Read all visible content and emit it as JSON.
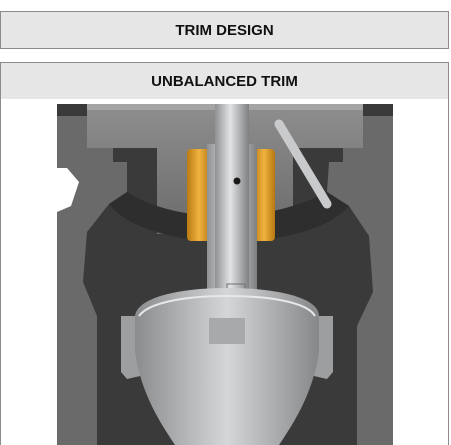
{
  "table": {
    "header": "TRIM DESIGN",
    "subheader": "UNBALANCED TRIM"
  },
  "illustration": {
    "subject": "unbalanced-trim-valve-cutaway",
    "colors": {
      "body": "#3d3d3d",
      "body_section": "#6e6e6e",
      "stem": "#c4c6c8",
      "packing": "#e0a12c",
      "plug": "#b7b9bb"
    }
  }
}
